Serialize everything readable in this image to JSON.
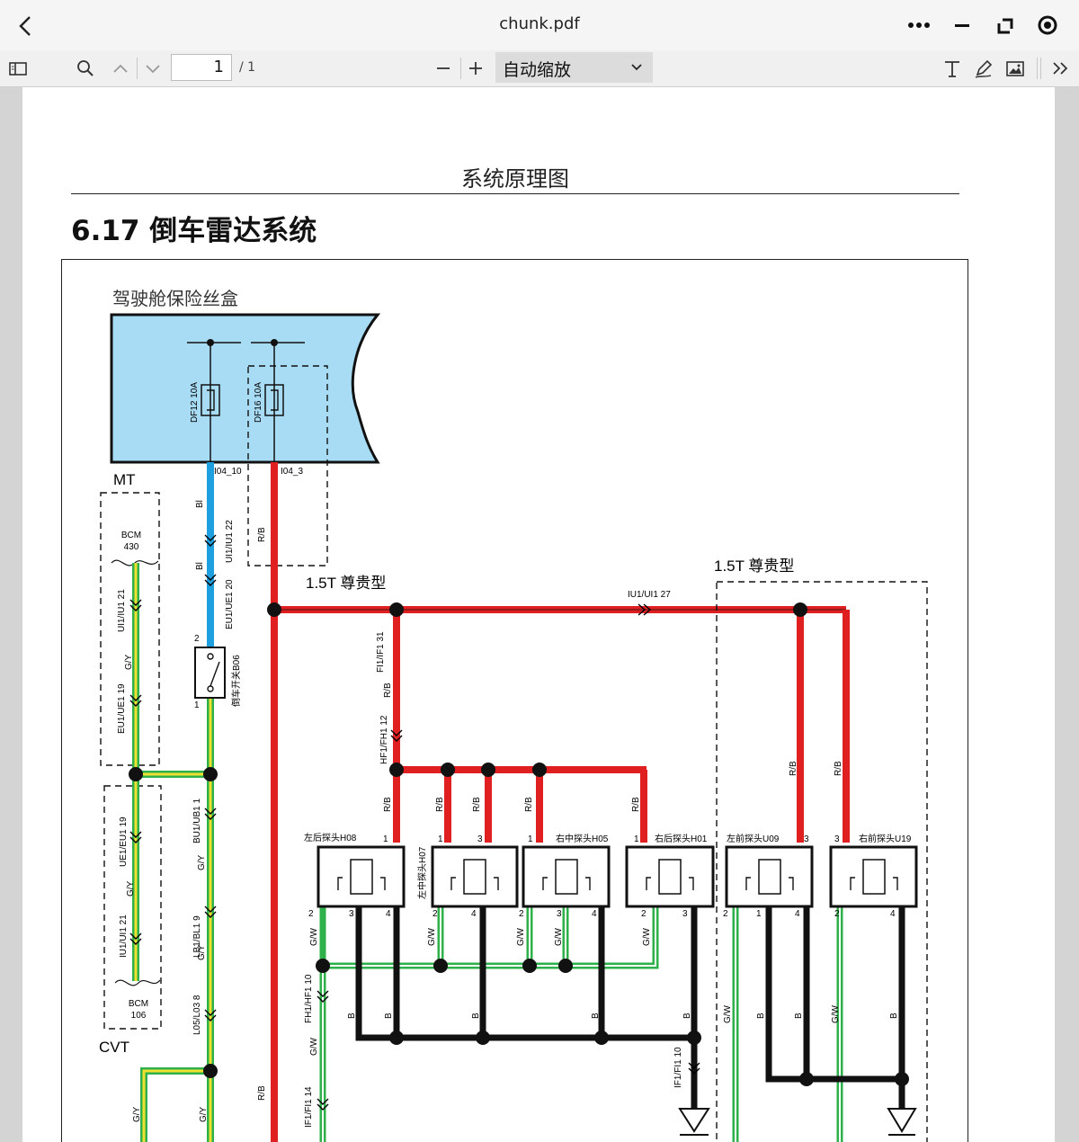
{
  "titlebar": {
    "filename": "chunk.pdf"
  },
  "toolbar": {
    "page_current": "1",
    "page_total": "/ 1",
    "zoom_label": "自动缩放"
  },
  "document": {
    "header": "系统原理图",
    "section_title": "6.17  倒车雷达系统"
  },
  "diagram": {
    "fuse_box_label": "驾驶舱保险丝盒",
    "fuse1": "DF12 10A",
    "fuse2": "DF16 10A",
    "pin1": "I04_10",
    "pin2": "I04_3",
    "mt": "MT",
    "cvt": "CVT",
    "bcm_top": "BCM",
    "bcm_top_pin": "430",
    "bcm_bottom": "BCM",
    "bcm_bottom_pin": "106",
    "variant_left": "1.5T 尊贵型",
    "variant_right": "1.5T 尊贵型",
    "reverse_switch": "倒车开关B06",
    "switch_pin_top": "2",
    "switch_pin_bottom": "1",
    "connectors": {
      "mt1": "UI1/IU1 21",
      "mt2": "EU1/UE1 19",
      "cvt1": "UE1/EU1 19",
      "cvt2": "IU1/UI1 21",
      "bl1": "UI1/IU1 22",
      "bl2": "EU1/UE1 20",
      "bu1": "BU1/UB1 1",
      "lb1": "LB1/BL1 9",
      "l05": "L05/L03 8",
      "fi1": "FI1/IF1 31",
      "hf1": "HF1/FH1 12",
      "iu27": "IU1/UI1 27",
      "fh10": "FH1/HF1 10",
      "if14": "IF1/FI1 14",
      "if10": "IF1/FI1 10"
    },
    "wire": {
      "bl": "Bl",
      "rb": "R/B",
      "gy": "G/Y",
      "gw": "G/W",
      "b": "B"
    },
    "sensors": [
      {
        "name": "左后探头H08",
        "left_pin": "1",
        "p2": "2",
        "p3": "3",
        "p4": "4"
      },
      {
        "name": "左中探头H07",
        "left_pin": "1",
        "p2": "2",
        "p3": "3",
        "p4": "4"
      },
      {
        "name": "右中探头H05",
        "left_pin": "1",
        "p2": "2",
        "p3": "3",
        "p4": "4"
      },
      {
        "name": "右后探头H01",
        "left_pin": "1",
        "p2": "2",
        "p3": "3",
        "p4": ""
      },
      {
        "name": "左前探头U09",
        "left_pin": "",
        "p2": "2",
        "p3": "1",
        "p4": "4",
        "top_pin": "3"
      },
      {
        "name": "右前探头U19",
        "left_pin": "3",
        "p2": "2",
        "p3": "",
        "p4": "4"
      }
    ]
  },
  "colors": {
    "red": "#e02020",
    "blue": "#1ea0e0",
    "green": "#2eb04a",
    "yellow": "#f0e030",
    "black": "#111111",
    "fusebox": "#a8dcf5"
  }
}
